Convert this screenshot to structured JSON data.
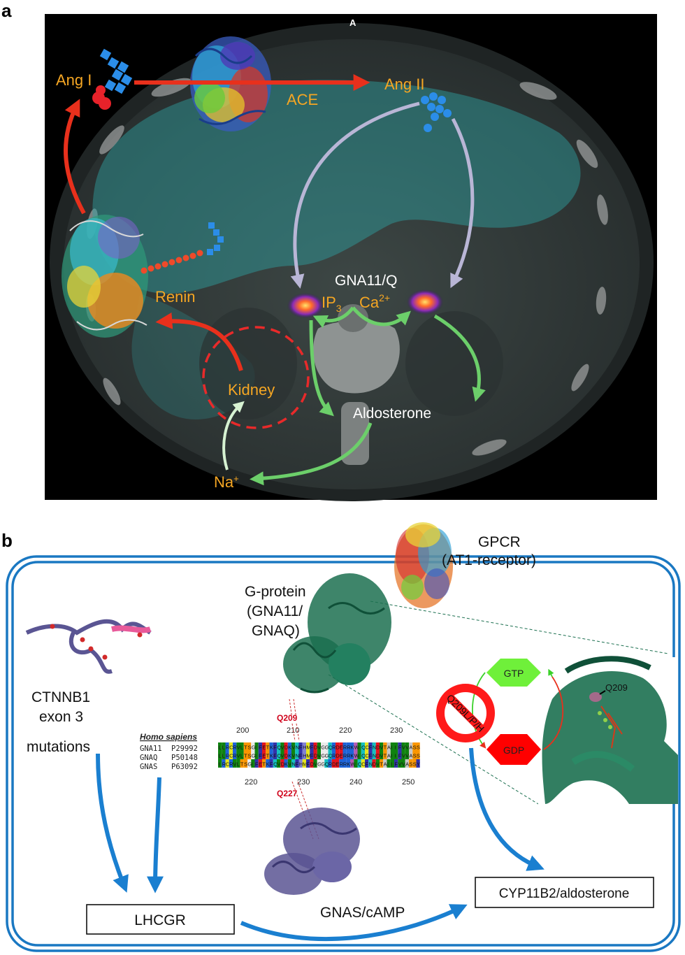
{
  "panel_a": {
    "label": "a",
    "ct_marker": "A",
    "ang1": "Ang I",
    "ace": "ACE",
    "ang2": "Ang II",
    "renin": "Renin",
    "gna": "GNA11/Q",
    "ip3": "IP",
    "ip3_sub": "3",
    "ca": "Ca",
    "ca_sup": "2+",
    "kidney": "Kidney",
    "aldosterone": "Aldosterone",
    "na": "Na",
    "na_sup": "+"
  },
  "panel_b": {
    "label": "b",
    "gpcr_line1": "GPCR",
    "gpcr_line2": "(AT1-receptor)",
    "gprotein_line1": "G-protein",
    "gprotein_line2": "(GNA11/",
    "gprotein_line3": "GNAQ)",
    "ctnnb1_line1": "CTNNB1",
    "ctnnb1_line2": "exon 3",
    "ctnnb1_line3": "mutations",
    "species": "Homo sapiens",
    "proteins": [
      {
        "name": "GNA11",
        "id": "P29992"
      },
      {
        "name": "GNAQ",
        "id": "P50148"
      },
      {
        "name": "GNAS",
        "id": "P63092"
      }
    ],
    "top_ticks": [
      "200",
      "210",
      "220",
      "230"
    ],
    "bottom_ticks": [
      "220",
      "230",
      "240",
      "250"
    ],
    "seq_rows": [
      "LLRCRVLTSGIFETKFQVDKVNFHMFDVGGQRDERRKWIQCFNDVTAIIFVVASS",
      "LLRCRVLTSGIFETKFQVDKVNFHMFDVGGQRDERRKWIQCFNDVTAIIFVVASS",
      "IRCRVLTSGIFETKFQVDKVNFHMFDVGGQRDERRKWIQCFNDVTAIIFVVASSY"
    ],
    "q209": "Q209",
    "q227": "Q227",
    "q209_detail": "Q209",
    "gtp": "GTP",
    "gdp": "GDP",
    "mutation_label": "Q209L/P/H",
    "gnas": "GNAS/cAMP",
    "lhcgr": "LHCGR",
    "cyp": "CYP11B2/aldosterone"
  },
  "colors": {
    "orange_text": "#f5a623",
    "red_arrow": "#e8301c",
    "green_arrow": "#6ccf6a",
    "grey_arrow": "#b9b6d6",
    "blue_arrow": "#1a7fd0",
    "cell_border": "#1a78c2",
    "gtp_fill": "#6ff03a",
    "gdp_fill": "#ff0000",
    "protein_green": "#1c7050",
    "protein_purple": "#5a5593"
  }
}
